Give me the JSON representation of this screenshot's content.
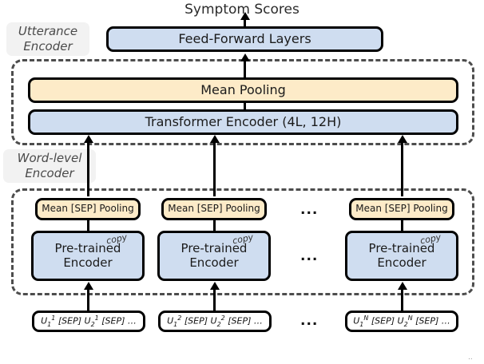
{
  "diagram": {
    "output_label": "Symptom Scores",
    "groups": [
      {
        "name": "utterance",
        "label_line1": "Utterance",
        "label_line2": "Encoder"
      },
      {
        "name": "word_level",
        "label_line1": "Word-level",
        "label_line2": "Encoder"
      }
    ],
    "blocks": {
      "feed_forward": "Feed-Forward Layers",
      "mean_pooling": "Mean Pooling",
      "transformer_encoder": "Transformer Encoder (4L, 12H)"
    },
    "columns": [
      {
        "index": 1,
        "sep_pooling": "Mean [SEP] Pooling",
        "encoder_line1": "Pre-trained",
        "encoder_line2": "Encoder",
        "copy_badge": "copy",
        "input_tokens": [
          {
            "symbol": "U",
            "sub": "1",
            "sup": "1"
          },
          {
            "sep": "[SEP]"
          },
          {
            "symbol": "U",
            "sub": "2",
            "sup": "1"
          },
          {
            "sep": "[SEP]"
          },
          {
            "trailing": "…"
          }
        ]
      },
      {
        "index": 2,
        "sep_pooling": "Mean [SEP] Pooling",
        "encoder_line1": "Pre-trained",
        "encoder_line2": "Encoder",
        "copy_badge": "copy",
        "input_tokens": [
          {
            "symbol": "U",
            "sub": "1",
            "sup": "2"
          },
          {
            "sep": "[SEP]"
          },
          {
            "symbol": "U",
            "sub": "2",
            "sup": "2"
          },
          {
            "sep": "[SEP]"
          },
          {
            "trailing": "…"
          }
        ]
      },
      {
        "index": 3,
        "sep_pooling": "Mean [SEP] Pooling",
        "encoder_line1": "Pre-trained",
        "encoder_line2": "Encoder",
        "copy_badge": "copy",
        "input_tokens": [
          {
            "symbol": "U",
            "sub": "1",
            "sup": "N"
          },
          {
            "sep": "[SEP]"
          },
          {
            "symbol": "U",
            "sub": "2",
            "sup": "N"
          },
          {
            "sep": "[SEP]"
          },
          {
            "trailing": "…"
          }
        ]
      }
    ],
    "ellipsis": "...",
    "artifact": "..",
    "colors": {
      "blue_fill": "#cfddf0",
      "yellow_fill": "#fdebc8",
      "outline": "#000000",
      "dashed_outline": "#4d4d4d",
      "label_text": "#4a4a4a",
      "background": "#ffffff"
    }
  }
}
